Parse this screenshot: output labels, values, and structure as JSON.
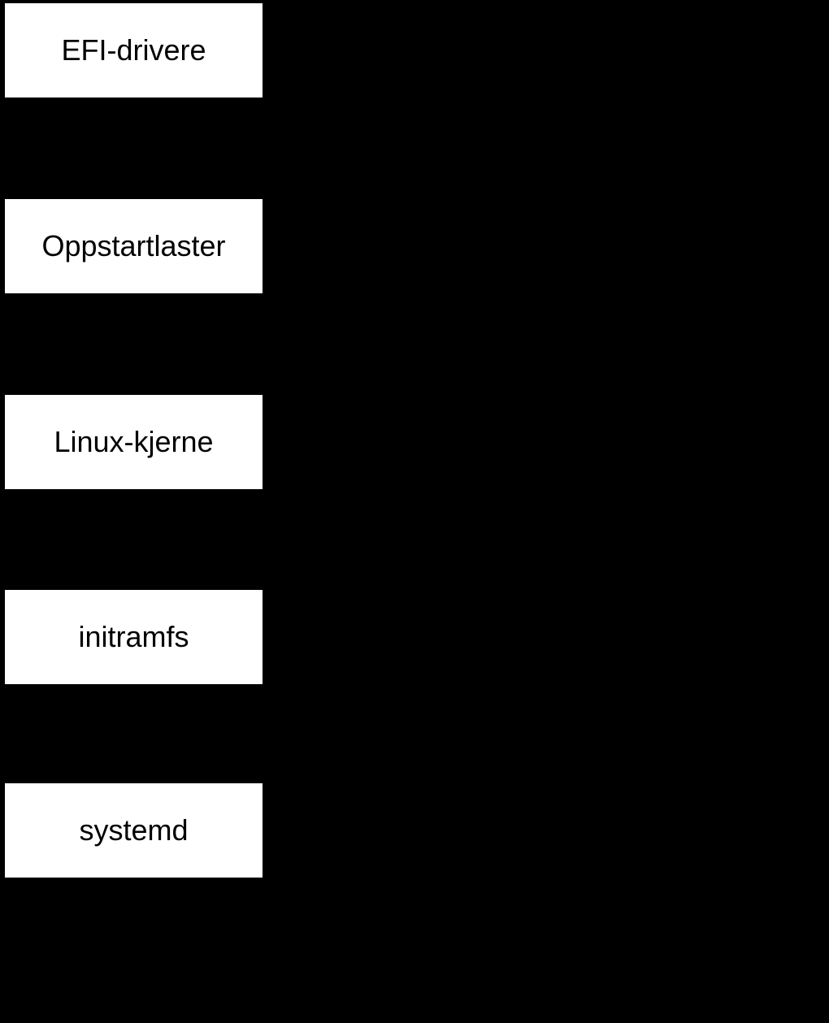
{
  "diagram": {
    "type": "flowchart",
    "orientation": "vertical",
    "colors": {
      "background": "#000000",
      "node_fill": "#ffffff",
      "node_text": "#000000"
    },
    "nodes": [
      {
        "id": "efi-drivere",
        "label": "EFI-drivere"
      },
      {
        "id": "oppstartlaster",
        "label": "Oppstartlaster"
      },
      {
        "id": "linux-kjerne",
        "label": "Linux-kjerne"
      },
      {
        "id": "initramfs",
        "label": "initramfs"
      },
      {
        "id": "systemd",
        "label": "systemd"
      }
    ]
  }
}
